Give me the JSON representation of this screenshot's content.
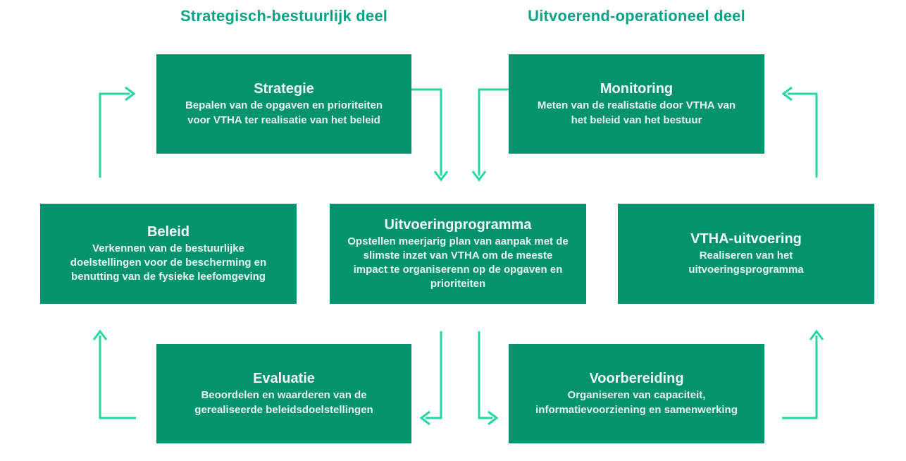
{
  "colors": {
    "page-bg": "#ffffff",
    "box-bg": "#05926f",
    "title-text": "#f2faf7",
    "desc-text": "#e6f4ee",
    "header-text": "#0ca287",
    "arrow": "#24d6a4"
  },
  "headers": {
    "left": "Strategisch-bestuurlijk deel",
    "right": "Uitvoerend-operationeel deel"
  },
  "nodes": {
    "strategie": {
      "title": "Strategie",
      "description": [
        "Bepalen van de opgaven en prioriteiten",
        "voor VTHA ter realisatie van het beleid"
      ]
    },
    "monitoring": {
      "title": "Monitoring",
      "description": [
        "Meten van de realistatie door VTHA van",
        "het beleid van het bestuur"
      ]
    },
    "beleid": {
      "title": "Beleid",
      "description": [
        "Verkennen van de bestuurlijke",
        "doelstellingen voor de bescherming en",
        "benutting van de fysieke leefomgeving"
      ]
    },
    "uitvoeringprogramma": {
      "title": "Uitvoeringprogramma",
      "description": [
        "Opstellen meerjarig plan van aanpak met de",
        "slimste inzet van VTHA om de meeste",
        "impact te organiserenn op de opgaven en",
        "prioriteiten"
      ]
    },
    "vtha_uitvoering": {
      "title": "VTHA-uitvoering",
      "description": [
        "Realiseren van het",
        "uitvoeringsprogramma"
      ]
    },
    "evaluatie": {
      "title": "Evaluatie",
      "description": [
        "Beoordelen en waarderen van de",
        "gerealiseerde beleidsdoelstellingen"
      ]
    },
    "voorbereiding": {
      "title": "Voorbereiding",
      "description": [
        "Organiseren van capaciteit,",
        "informatievoorziening en samenwerking"
      ]
    }
  },
  "connections": [
    {
      "from": "beleid",
      "to": "strategie"
    },
    {
      "from": "strategie",
      "to": "uitvoeringprogramma"
    },
    {
      "from": "monitoring",
      "to": "uitvoeringprogramma"
    },
    {
      "from": "vtha_uitvoering",
      "to": "monitoring"
    },
    {
      "from": "uitvoeringprogramma",
      "to": "evaluatie"
    },
    {
      "from": "uitvoeringprogramma",
      "to": "voorbereiding"
    },
    {
      "from": "voorbereiding",
      "to": "vtha_uitvoering"
    },
    {
      "from": "evaluatie",
      "to": "beleid"
    }
  ]
}
